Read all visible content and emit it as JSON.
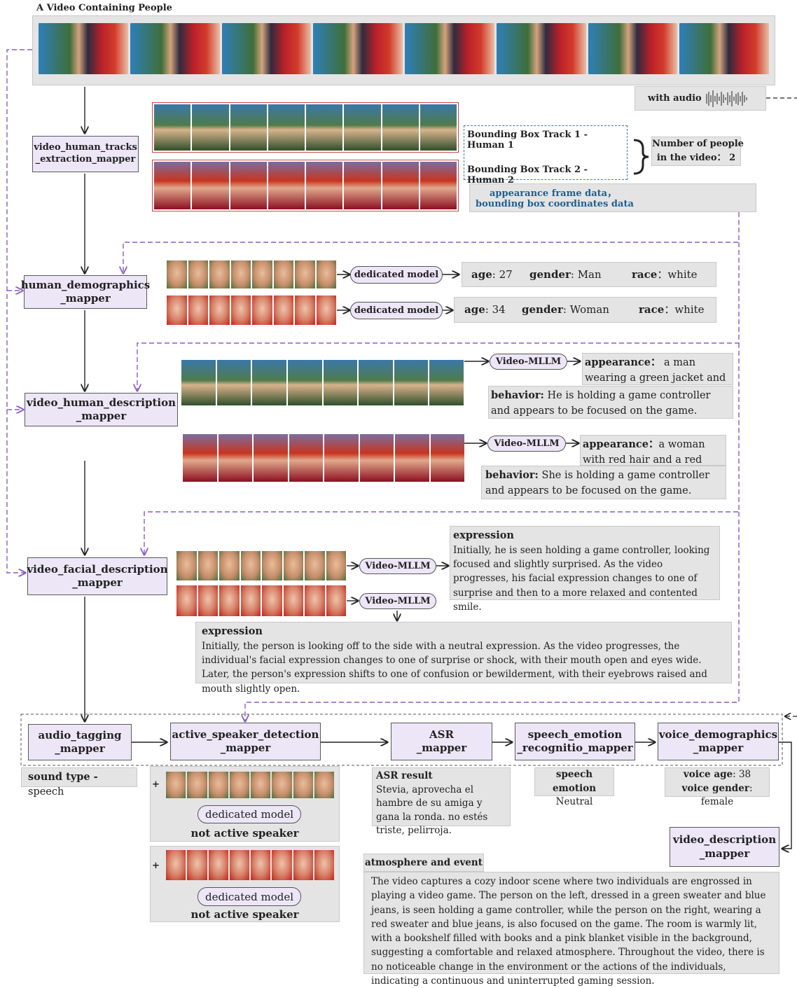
{
  "video": {
    "title": "A Video Containing People",
    "audio_label": "with audio"
  },
  "mappers": {
    "tracks": "video_human_tracks\n_extraction_mapper",
    "demographics": "human_demographics\n_mapper",
    "human_desc": "video_human_description\n_mapper",
    "facial": "video_facial_description\n_mapper",
    "audio_tagging": "audio_tagging\n_mapper",
    "active_speaker": "active_speaker_detection\n_mapper",
    "asr": "ASR\n_mapper",
    "speech_emotion": "speech_emotion\n_recognitio_mapper",
    "voice_demo": "voice_demographics\n_mapper",
    "video_desc": "video_description\n_mapper"
  },
  "tracks": {
    "track1": "Bounding Box Track 1 - Human 1",
    "track2": "Bounding Box Track 2 - Human 2",
    "count": "Number of people\nin the video： 2",
    "data_note_1": "appearance frame data，",
    "data_note_2": "bounding box coordinates data"
  },
  "models": {
    "dedicated": "dedicated model",
    "mllm": "Video-MLLM"
  },
  "demographics": {
    "h1": {
      "age_k": "age",
      "age_v": ": 27",
      "gender_k": "gender",
      "gender_v": ": Man",
      "race_k": "race",
      "race_v": "：white"
    },
    "h2": {
      "age_k": "age",
      "age_v": ": 34",
      "gender_k": "gender",
      "gender_v": ": Woman",
      "race_k": "race",
      "race_v": "：white"
    }
  },
  "human_desc": {
    "h1": {
      "app_k": "appearance：",
      "app_v": " a man wearing a green jacket and blue jeans.",
      "beh_k": "behavior:",
      "beh_v": " He is holding a game controller and appears to be focused on the game."
    },
    "h2": {
      "app_k": "appearance：",
      "app_v": "a woman with red hair and a red sweater.",
      "beh_k": "behavior:",
      "beh_v": " She is holding a game controller and appears to be focused on the game."
    }
  },
  "facial": {
    "h1_title": "expression",
    "h1_text": "Initially, he is seen holding a game controller, looking focused and slightly surprised. As the video progresses, his facial expression changes to one of surprise and then to a more relaxed and contented smile.",
    "h2_title": "expression",
    "h2_text": "Initially, the person is looking off to the side with a neutral expression. As the video progresses, the individual's facial expression changes to one of surprise or shock, with their mouth open and eyes wide. Later, the person's expression shifts to one of confusion or bewilderment, with their eyebrows raised and mouth slightly open."
  },
  "audio": {
    "sound_k": "sound type -",
    "sound_v": " speech",
    "plus": "+",
    "not_active": "not active speaker",
    "asr_title": "ASR result",
    "asr_text": "Stevia, aprovecha el hambre de su amiga y gana la ronda. no estés triste, pelirroja.",
    "emotion_title": "speech emotion",
    "emotion_value": "Neutral",
    "voice_age_k": "voice age",
    "voice_age_v": ": 38",
    "voice_gender_k": "voice gender",
    "voice_gender_v": ": female"
  },
  "atmosphere": {
    "title": "atmosphere and event",
    "text": "The video captures a cozy indoor scene where two individuals are engrossed in playing a video game. The person on the left, dressed in a green sweater and blue jeans, is seen holding a game controller, while the person on the right, wearing a red sweater and blue jeans, is also focused on the game. The room is warmly lit, with a bookshelf filled with books and a pink blanket visible in the background, suggesting a comfortable and relaxed atmosphere. Throughout the video, there is no noticeable change in the environment or the actions of the individuals, indicating a continuous and uninterrupted gaming session."
  },
  "colors": {
    "lavender": "#ece6f7",
    "purple_dash": "#8a5cc9",
    "gray_box": "#e4e4e4",
    "blue_text": "#1f5f91"
  }
}
